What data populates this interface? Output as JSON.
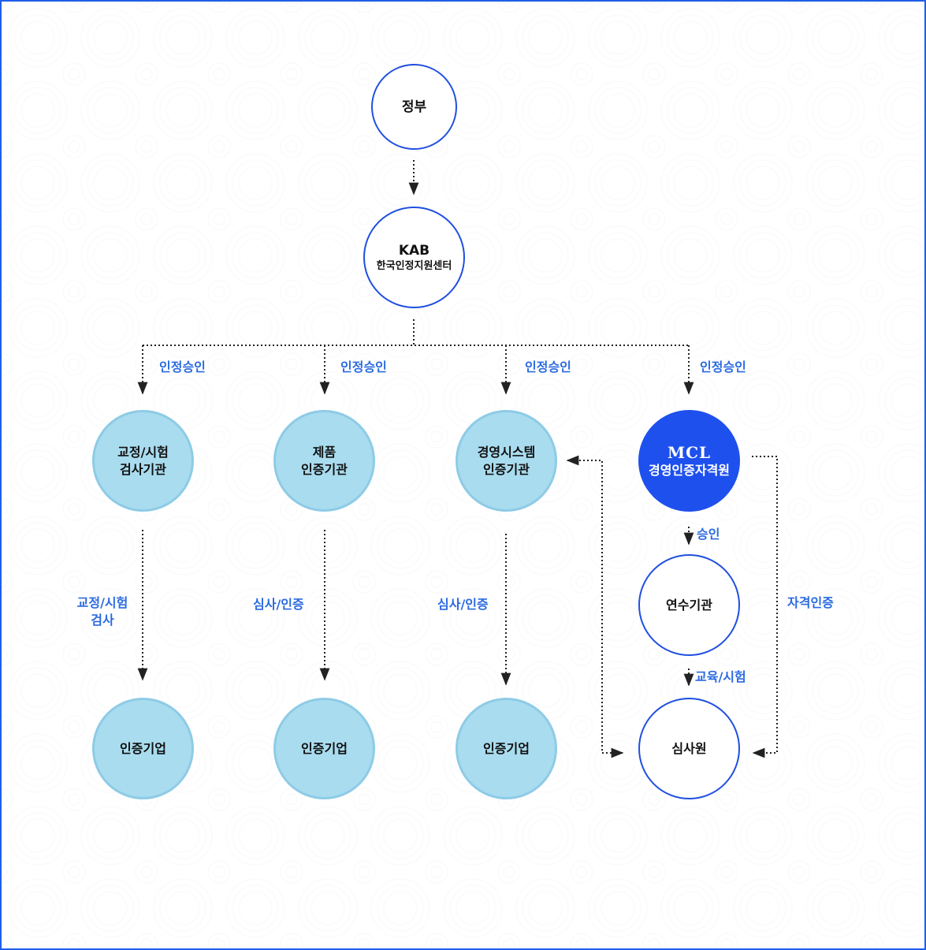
{
  "nodes": {
    "government": {
      "label": "정부"
    },
    "kab": {
      "label": "KAB",
      "sublabel": "한국인정지원센터"
    },
    "calibration_org": {
      "line1": "교정/시험",
      "line2": "검사기관"
    },
    "product_cert_org": {
      "line1": "제품",
      "line2": "인증기관"
    },
    "mgmt_system_cert_org": {
      "line1": "경영시스템",
      "line2": "인증기관"
    },
    "mcl": {
      "label": "MCL",
      "sublabel": "경영인증자격원"
    },
    "company_1": {
      "label": "인증기업"
    },
    "company_2": {
      "label": "인증기업"
    },
    "company_3": {
      "label": "인증기업"
    },
    "training_org": {
      "label": "연수기관"
    },
    "auditor": {
      "label": "심사원"
    }
  },
  "edge_labels": {
    "accreditation_1": "인정승인",
    "accreditation_2": "인정승인",
    "accreditation_3": "인정승인",
    "accreditation_4": "인정승인",
    "calibration_line1": "교정/시험",
    "calibration_line2": "검사",
    "audit_cert_1": "심사/인증",
    "audit_cert_2": "심사/인증",
    "approval": "승인",
    "education_exam": "교육/시험",
    "qualification_cert": "자격인증"
  },
  "colors": {
    "frame_border": "#1f5fe8",
    "outline_node_border": "#1f4fe0",
    "light_node_fill": "#a9dcef",
    "mcl_fill": "#1e50ee",
    "edge_label": "#2b6be0",
    "connector": "#222222"
  }
}
